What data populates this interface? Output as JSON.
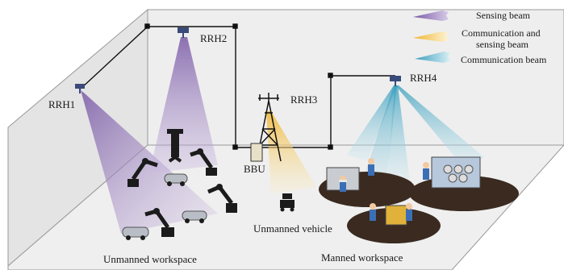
{
  "legend": {
    "sensing": "Sensing beam",
    "comm_sensing_1": "Communication and",
    "comm_sensing_2": "sensing beam",
    "communication": "Communication beam"
  },
  "nodes": {
    "rrh1": "RRH1",
    "rrh2": "RRH2",
    "rrh3": "RRH3",
    "rrh4": "RRH4",
    "bbu": "BBU"
  },
  "areas": {
    "unmanned_workspace": "Unmanned workspace",
    "unmanned_vehicle": "Unmanned vehicle",
    "manned_workspace": "Manned workspace"
  },
  "colors": {
    "sensing": "#8a6fb0",
    "comm_sensing": "#f2c75a",
    "communication": "#5fb3c9",
    "wall": "#e8e8e8",
    "floor": "#ededed",
    "wire": "#111111"
  }
}
